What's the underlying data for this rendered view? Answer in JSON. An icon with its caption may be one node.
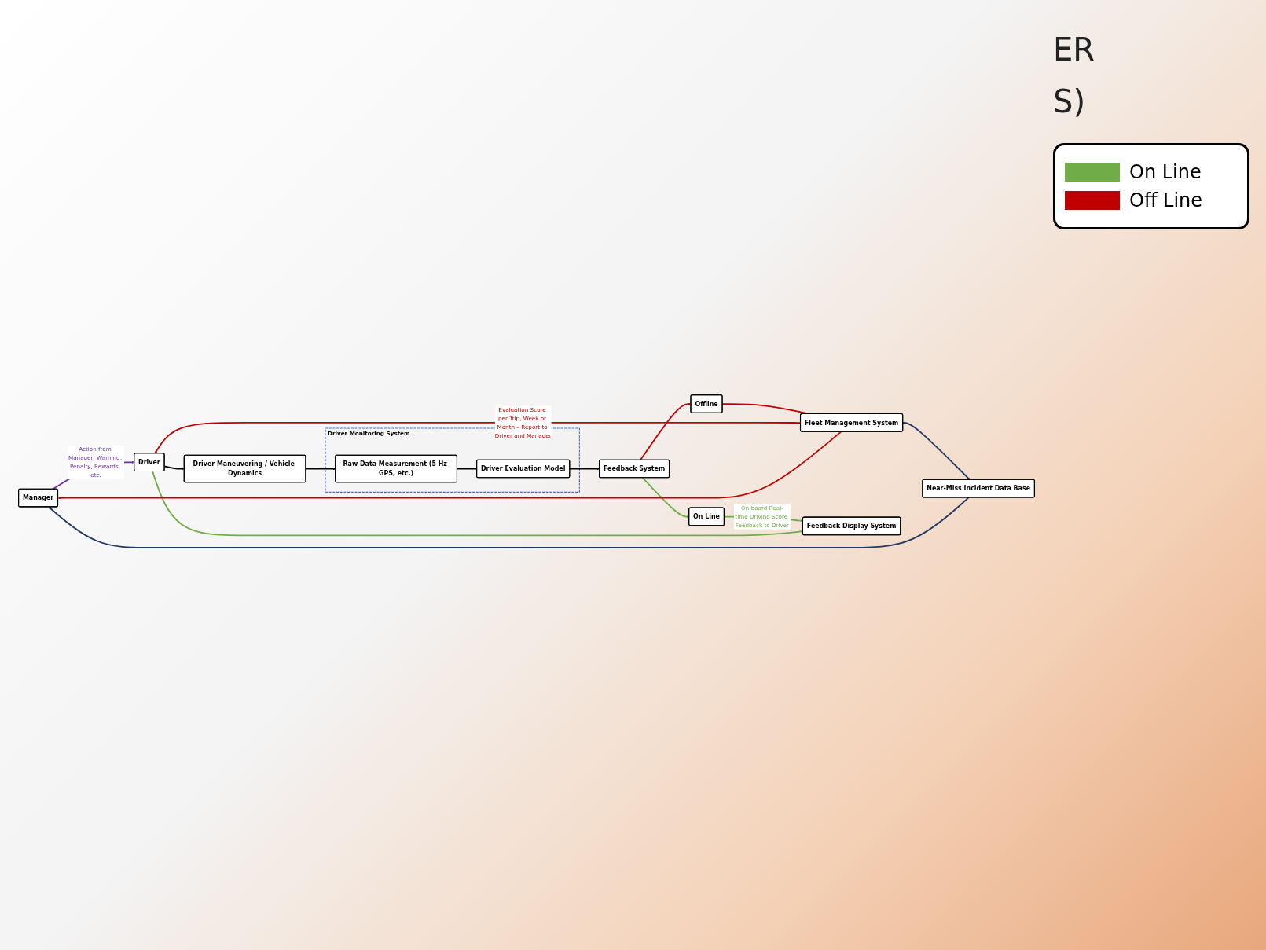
{
  "diagram": {
    "nodes": [
      {
        "text": [
          "Manager"
        ]
      },
      {
        "text": [
          "Near-Miss Incident Data Base"
        ]
      },
      {
        "text": [
          "Fleet Management System"
        ]
      },
      {
        "text": [
          "Offline"
        ]
      },
      {
        "text": [
          "Driver"
        ]
      },
      {
        "text": [
          "Driver Maneuvering / Vehicle Dynamics"
        ]
      },
      {
        "text": [
          "Driver Monitoring System"
        ]
      },
      {
        "text": [
          "Raw Data Measurement (5 Hz GPS, etc.)"
        ],
        "in": 6
      },
      {
        "text": [
          "Driver Evaluation Model"
        ],
        "in": 6
      },
      {
        "text": [
          "Feedback System"
        ]
      },
      {
        "text": [
          "Feedback Display System"
        ]
      },
      {
        "text": [
          "On Line"
        ]
      }
    ],
    "edges": [
      {
        "from": 1,
        "to": 0,
        "arrow": "to",
        "color": "#1f3864"
      },
      {
        "from": 2,
        "to": 1,
        "arrow": "to",
        "color": "#1f3864"
      },
      {
        "from": 3,
        "to": 2,
        "arrow": "to"
      },
      {
        "from": 9,
        "to": 3,
        "arrow": "to"
      },
      {
        "from": 4,
        "to": 5,
        "arrow": "to",
        "color": "#000000"
      },
      {
        "from": 5,
        "to": 7,
        "arrow": "to",
        "color": "#000000"
      },
      {
        "from": 7,
        "to": 8,
        "arrow": "to",
        "color": "#000000"
      },
      {
        "from": 8,
        "to": 9,
        "arrow": "to",
        "color": "#000000"
      },
      {
        "from": 9,
        "to": 11,
        "arrow": "to",
        "color": "#70ad47"
      },
      {
        "from": 11,
        "to": 10,
        "arrow": "to",
        "label": "On board Real-time Driving Score Feedback to Driver",
        "color": "#70ad47"
      },
      {
        "from": 10,
        "to": 4,
        "arrow": "to",
        "color": "#70ad47"
      },
      {
        "from": 2,
        "to": 4,
        "arrow": "to",
        "label": "Evaluation Score per Trip, Week or Month – Report to Driver and Manager"
      },
      {
        "from": 2,
        "to": 0,
        "arrow": "to"
      },
      {
        "from": 0,
        "to": 4,
        "arrow": "to",
        "label": "Action from Manager: Warning, Penalty, Rewards, etc.",
        "color": "#7030a0"
      }
    ],
    "labels": [
      "ER",
      "S)"
    ],
    "legend": [
      {
        "text": "On Line",
        "color": "#70ad47"
      },
      {
        "text": "Off Line",
        "color": "#c00000"
      }
    ]
  }
}
